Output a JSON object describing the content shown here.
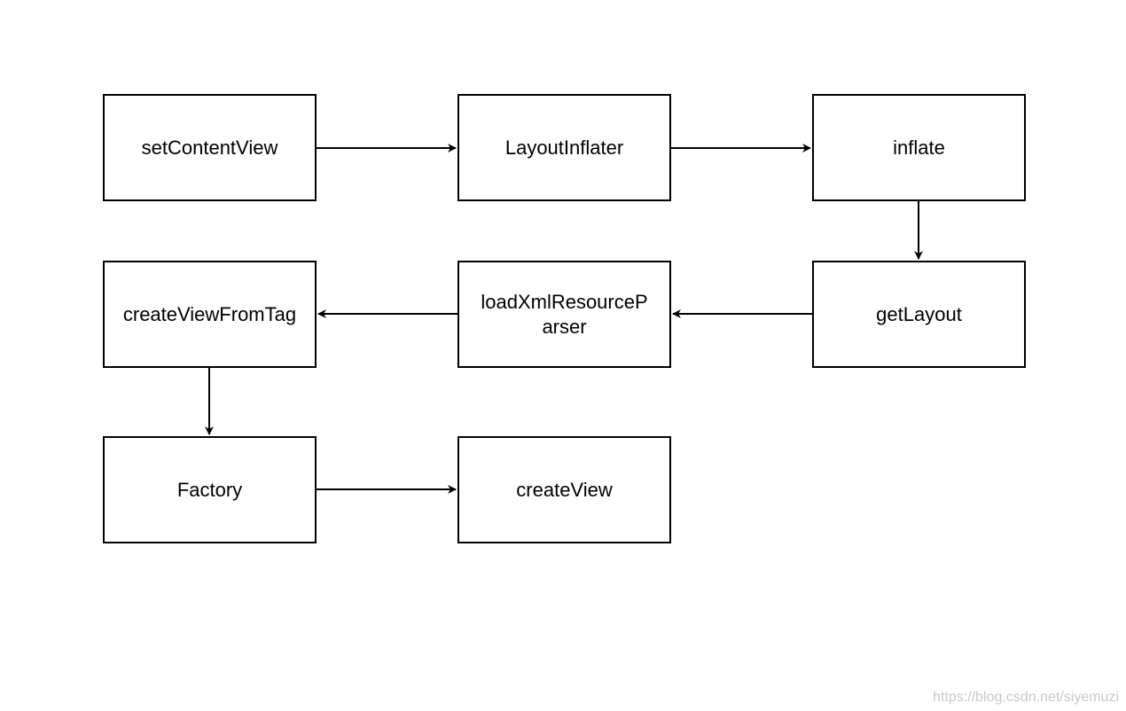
{
  "diagram": {
    "nodes": [
      {
        "id": "n1",
        "label": "setContentView"
      },
      {
        "id": "n2",
        "label": "LayoutInflater"
      },
      {
        "id": "n3",
        "label": "inflate"
      },
      {
        "id": "n4",
        "label": "getLayout"
      },
      {
        "id": "n5",
        "label": "loadXmlResourceParser"
      },
      {
        "id": "n6",
        "label": "createViewFromTag"
      },
      {
        "id": "n7",
        "label": "Factory"
      },
      {
        "id": "n8",
        "label": "createView"
      }
    ],
    "edges": [
      {
        "from": "setContentView",
        "to": "LayoutInflater"
      },
      {
        "from": "LayoutInflater",
        "to": "inflate"
      },
      {
        "from": "inflate",
        "to": "getLayout"
      },
      {
        "from": "getLayout",
        "to": "loadXmlResourceParser"
      },
      {
        "from": "loadXmlResourceParser",
        "to": "createViewFromTag"
      },
      {
        "from": "createViewFromTag",
        "to": "Factory"
      },
      {
        "from": "Factory",
        "to": "createView"
      }
    ],
    "colors": {
      "stroke": "#000000",
      "fill": "#ffffff",
      "text": "#000000"
    }
  },
  "watermark": "https://blog.csdn.net/siyemuzi"
}
